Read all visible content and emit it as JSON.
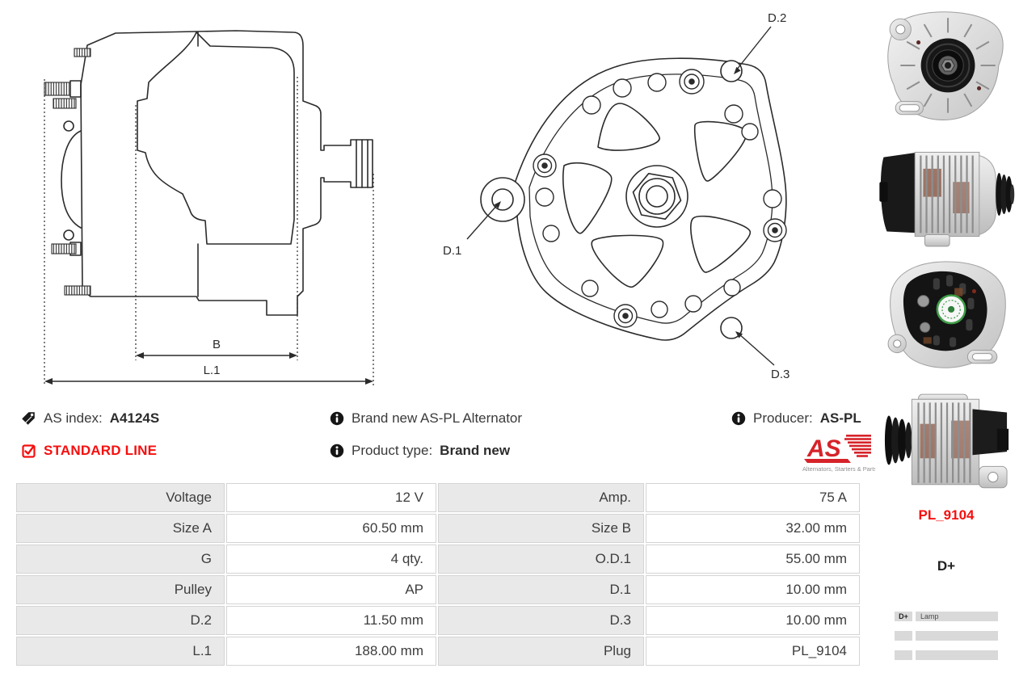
{
  "drawings": {
    "side_view": {
      "dim_b": "B",
      "dim_l1": "L.1"
    },
    "rear_view": {
      "d1": "D.1",
      "d2": "D.2",
      "d3": "D.3"
    }
  },
  "info": {
    "as_index_label": "AS index:",
    "as_index_value": "A4124S",
    "standard_line": "STANDARD LINE",
    "description": "Brand new AS-PL Alternator",
    "product_type_label": "Product type:",
    "product_type_value": "Brand new",
    "producer_label": "Producer:",
    "producer_value": "AS-PL",
    "logo_text": "AS",
    "logo_caption": "Alternators, Starters & Parts"
  },
  "specs": {
    "rows": [
      {
        "l1": "Voltage",
        "v1": "12 V",
        "l2": "Amp.",
        "v2": "75 A"
      },
      {
        "l1": "Size A",
        "v1": "60.50 mm",
        "l2": "Size B",
        "v2": "32.00 mm"
      },
      {
        "l1": "G",
        "v1": "4 qty.",
        "l2": "O.D.1",
        "v2": "55.00 mm"
      },
      {
        "l1": "Pulley",
        "v1": "AP",
        "l2": "D.1",
        "v2": "10.00 mm"
      },
      {
        "l1": "D.2",
        "v1": "11.50 mm",
        "l2": "D.3",
        "v2": "10.00 mm"
      },
      {
        "l1": "L.1",
        "v1": "188.00 mm",
        "l2": "Plug",
        "v2": "PL_9104"
      }
    ]
  },
  "plug": {
    "code": "PL_9104",
    "terminal": "D+",
    "pin_rows": [
      {
        "pin": "D+",
        "fn": "Lamp"
      },
      {
        "pin": "",
        "fn": ""
      },
      {
        "pin": "",
        "fn": ""
      }
    ]
  },
  "colors": {
    "accent_red": "#f50f0f",
    "logo_red": "#d6232a",
    "table_label_bg": "#e9e9e9",
    "table_border": "#d4d4d4",
    "line_color": "#2b2b2b"
  }
}
